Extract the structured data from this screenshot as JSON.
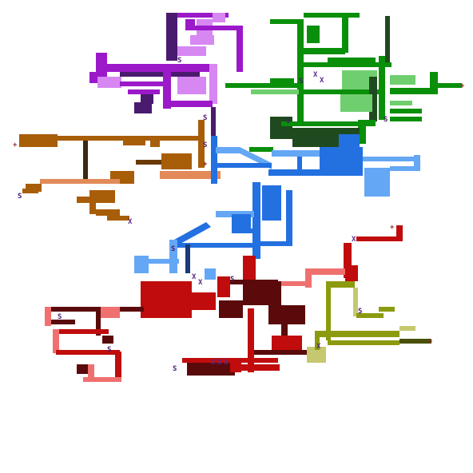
{
  "map": {
    "markers": {
      "start": "S",
      "exit": "+",
      "key": "X"
    },
    "legend": [],
    "regions": [
      {
        "name": "violet",
        "color": "#9b19c9",
        "light": "#d787f2",
        "dark": "#4a1a6e"
      },
      {
        "name": "green",
        "color": "#0a8f0a",
        "light": "#6fcf6f",
        "dark": "#1f4a1f"
      },
      {
        "name": "orange",
        "color": "#a85d08",
        "light": "#e28a58",
        "dark": "#6a3a05"
      },
      {
        "name": "blue",
        "color": "#2370e0",
        "light": "#64a7f5",
        "dark": "#1a3a78"
      },
      {
        "name": "red",
        "color": "#c00c0c",
        "light": "#f07070",
        "dark": "#5a0a0a"
      },
      {
        "name": "olive",
        "color": "#8c9a10",
        "light": "#c6c870",
        "dark": "#4a5008"
      }
    ]
  }
}
